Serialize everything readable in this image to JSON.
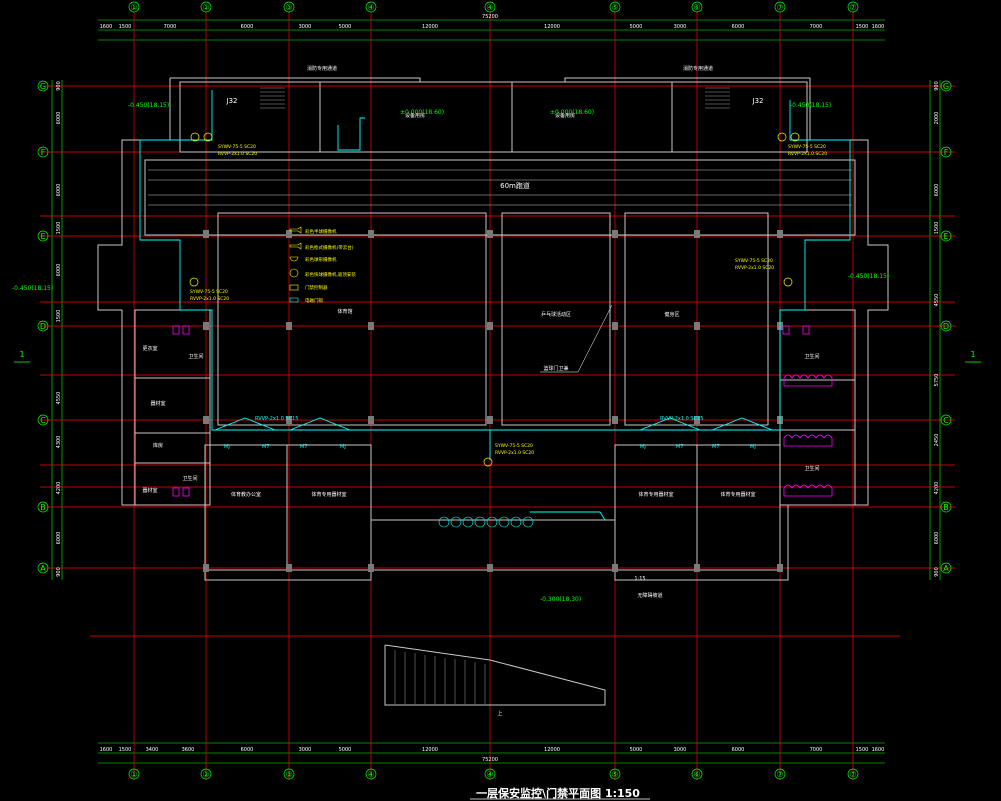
{
  "title": "一层保安监控\\门禁平面图 1:150",
  "colors": {
    "background": "#000000",
    "wall": "#c8c8c8",
    "grid": "#ff0000",
    "dimension": "#00ff00",
    "cable": "#00ffff",
    "annotation": "#ffff00",
    "device": "#ff00ff"
  },
  "axes_top": [
    "①",
    "②",
    "③",
    "④",
    "④",
    "⑤",
    "⑥",
    "⑦",
    "⑦"
  ],
  "axes_side": [
    "G",
    "F",
    "E",
    "D",
    "C",
    "B",
    "A"
  ],
  "section_marks": [
    "1",
    "1"
  ],
  "dims_top_outer": [
    "1600",
    "1500",
    "7000",
    "6000",
    "3000",
    "5000",
    "12000",
    "12000",
    "5000",
    "3000",
    "6000",
    "7000",
    "1500",
    "1600"
  ],
  "dims_top_total": "75200",
  "dims_bottom_outer": [
    "1600",
    "1500",
    "3400",
    "3600",
    "6000",
    "3000",
    "5000",
    "12000",
    "12000",
    "5000",
    "3000",
    "6000",
    "7000",
    "1500",
    "1600"
  ],
  "dims_bottom_total": "75200",
  "dims_left": [
    "900",
    "6000",
    "6000",
    "1500",
    "6000",
    "1500",
    "4550",
    "4300",
    "4200",
    "6000",
    "900"
  ],
  "dims_right": [
    "900",
    "2000",
    "6000",
    "1500",
    "4550",
    "5750",
    "2450",
    "4200",
    "6000",
    "900"
  ],
  "rooms": {
    "track": "60m跑道",
    "equip_left": "设备用房",
    "equip_right": "设备用房",
    "stair_left": "消防专用通道",
    "stair_right": "消防专用通道",
    "hall_left": "体育馆",
    "hall_center": "乒乓球活动区",
    "hall_right": "健身区",
    "center_label": "篮球门卫兼",
    "toilet_left": "卫生间",
    "toilet_right_top": "卫生间",
    "toilet_right_bottom": "卫生间",
    "toilet_left_bottom": "卫生间",
    "storage_left": "器材室",
    "room_left_a": "更衣室",
    "room_left_b": "库房",
    "office_left_a": "体育教办公室",
    "office_left_b": "体育专用器材室",
    "office_right_a": "体育专用器材室",
    "office_right_b": "体育专用器材室",
    "ramp": "无障碍坡道",
    "ramp_scale": "1:15",
    "stair_dir": "上"
  },
  "levels": {
    "ground": "±0.000(18.60)",
    "ground_right": "±0.000(18.60)",
    "left_top": "-0.450(18.15)",
    "right_top": "-0.450(18.15)",
    "left_mid": "-0.450(18.15)",
    "right_mid": "-0.450(18.15)",
    "bottom": "-0.300(18.30)"
  },
  "stair_codes": [
    "J32",
    "J32"
  ],
  "cable_notes": {
    "nw_1": "SYWV-75-5 SC20",
    "nw_2": "RVVP-2x1.0 SC20",
    "ne_1": "SYWV-75-5 SC20",
    "ne_2": "RVVP-2x1.0 SC20",
    "w_1": "SYWV-75-5 SC20",
    "w_2": "RVVP-2x1.0 SC20",
    "e_1": "SYWV-75-5 SC20",
    "e_2": "RVVP-2x1.0 SC20",
    "center_1": "SYWV-75-5 SC20",
    "center_2": "RVVP-2x1.0 SC20",
    "sw": "RVVP-2x1.0 SC15",
    "se": "RVVP-2x1.0 SC15"
  },
  "legend": [
    {
      "icon": "camera-icon",
      "label": "彩色半球摄像机"
    },
    {
      "icon": "camera-icon",
      "label": "彩色枪式摄像机(带云台)"
    },
    {
      "icon": "dome-icon",
      "label": "彩色球形摄像机"
    },
    {
      "icon": "dome-icon",
      "label": "彩色快球摄像机,吸顶安装"
    },
    {
      "icon": "box-icon",
      "label": "门禁控制器"
    },
    {
      "icon": "mj-icon",
      "label": "电磁门锁"
    }
  ],
  "door_tags": [
    "MJ",
    "M7",
    "M7",
    "MJ",
    "MJ",
    "M7",
    "M7",
    "MJ"
  ]
}
